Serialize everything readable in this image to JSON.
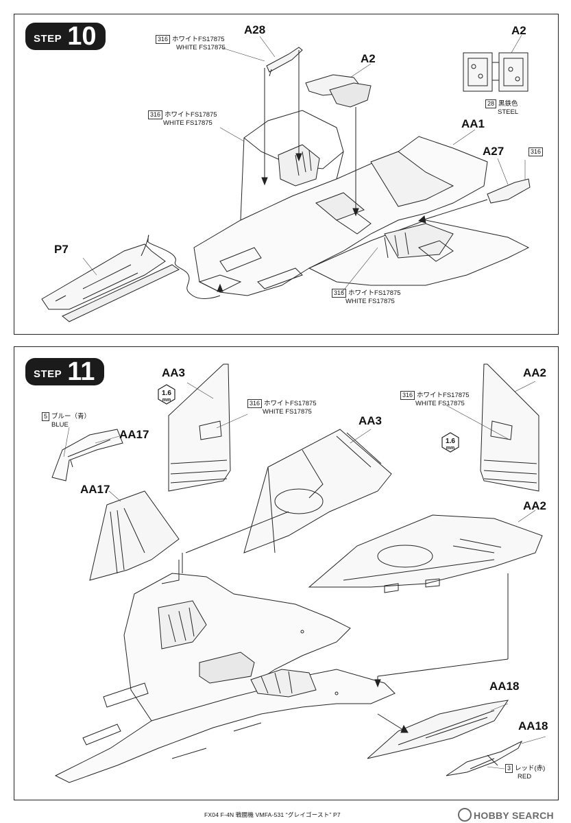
{
  "steps": [
    {
      "badge_word": "STEP",
      "number": "10",
      "parts": [
        "A28",
        "A2",
        "A2",
        "AA1",
        "A27",
        "P7"
      ],
      "notes": [
        {
          "code": "316",
          "ja": "ホワイトFS17875",
          "en": "WHITE FS17875"
        },
        {
          "code": "316",
          "ja": "ホワイトFS17875",
          "en": "WHITE FS17875"
        },
        {
          "code": "28",
          "ja": "黒鉄色",
          "en": "STEEL"
        },
        {
          "code": "316"
        },
        {
          "code": "316",
          "ja": "ホワイトFS17875",
          "en": "WHITE FS17875"
        }
      ]
    },
    {
      "badge_word": "STEP",
      "number": "11",
      "parts": [
        "AA3",
        "AA2",
        "AA17",
        "AA3",
        "AA17",
        "AA2",
        "AA18",
        "AA18"
      ],
      "notes": [
        {
          "code": "316",
          "ja": "ホワイトFS17875",
          "en": "WHITE FS17875"
        },
        {
          "code": "316",
          "ja": "ホワイトFS17875",
          "en": "WHITE FS17875"
        },
        {
          "code": "5",
          "ja": "ブルー（青）",
          "en": "BLUE"
        },
        {
          "code": "3",
          "ja": "レッド(赤)",
          "en": "RED"
        }
      ],
      "drill": {
        "size": "1.6",
        "unit": "mm"
      }
    }
  ],
  "footer": {
    "caption": "FX04 F-4N 戦闘機 VMFA-531 “グレイゴースト” P7",
    "brand": "HOBBY SEARCH"
  }
}
